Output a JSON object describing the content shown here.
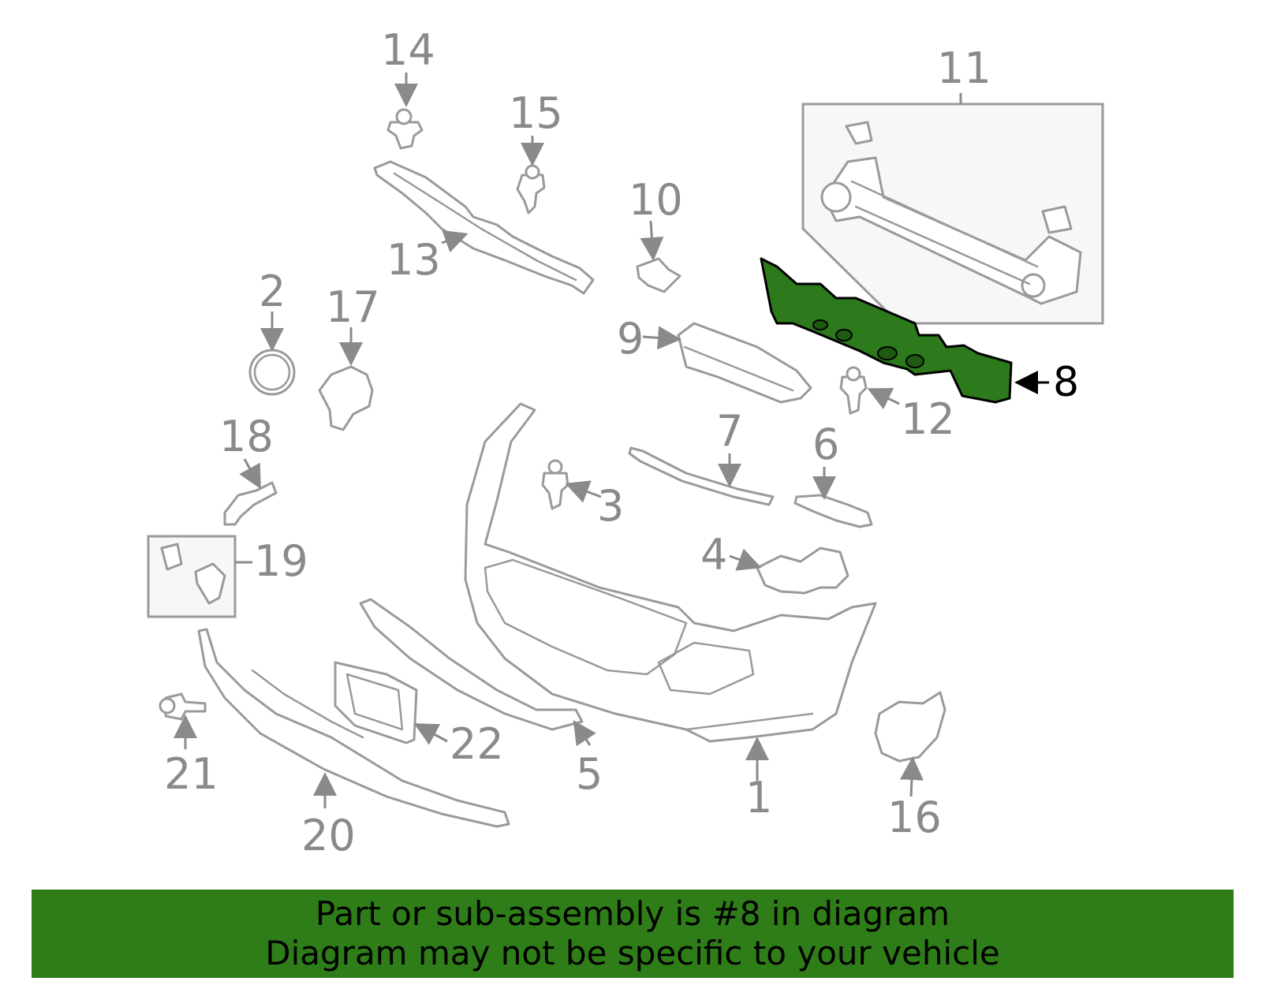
{
  "callouts": {
    "c1": "1",
    "c2": "2",
    "c3": "3",
    "c4": "4",
    "c5": "5",
    "c6": "6",
    "c7": "7",
    "c8": "8",
    "c9": "9",
    "c10": "10",
    "c11": "11",
    "c12": "12",
    "c13": "13",
    "c14": "14",
    "c15": "15",
    "c16": "16",
    "c17": "17",
    "c18": "18",
    "c19": "19",
    "c20": "20",
    "c21": "21",
    "c22": "22"
  },
  "highlighted_part": "8",
  "colors": {
    "highlight": "#2c7a1b",
    "banner": "#2e7d18",
    "line": "#9a9a9a"
  },
  "banner": {
    "line1": "Part or sub-assembly is #8 in diagram",
    "line2": "Diagram may not be specific to your vehicle"
  }
}
